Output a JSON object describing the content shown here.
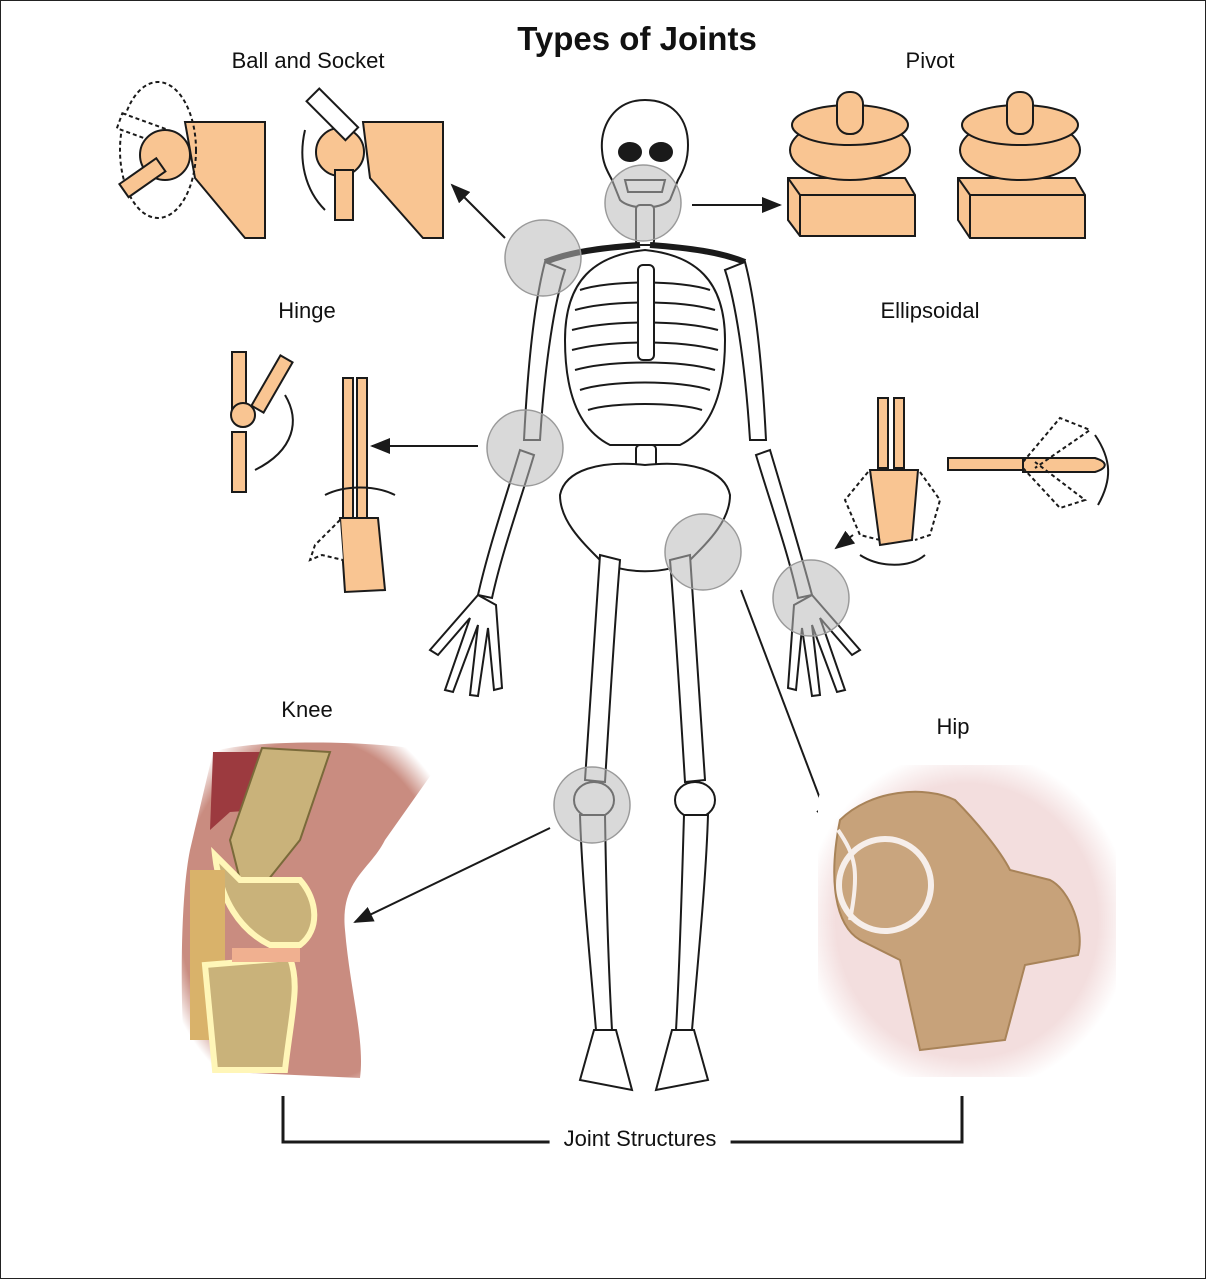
{
  "title": "Types of Joints",
  "labels": {
    "ball_and_socket": "Ball and Socket",
    "pivot": "Pivot",
    "hinge": "Hinge",
    "ellipsoidal": "Ellipsoidal",
    "knee": "Knee",
    "hip": "Hip",
    "joint_structures": "Joint Structures"
  },
  "colors": {
    "joint_fill": "#f9c592",
    "outline": "#1a1a1a",
    "highlight_circle": "#b9b9b9",
    "knee_muscle": "#9c3a3f",
    "knee_skin": "#c98c80",
    "bone": "#c9b27a",
    "cartilage": "#fff6b8",
    "hip_bone": "#c7a27a",
    "hip_background": "#f3dede"
  }
}
